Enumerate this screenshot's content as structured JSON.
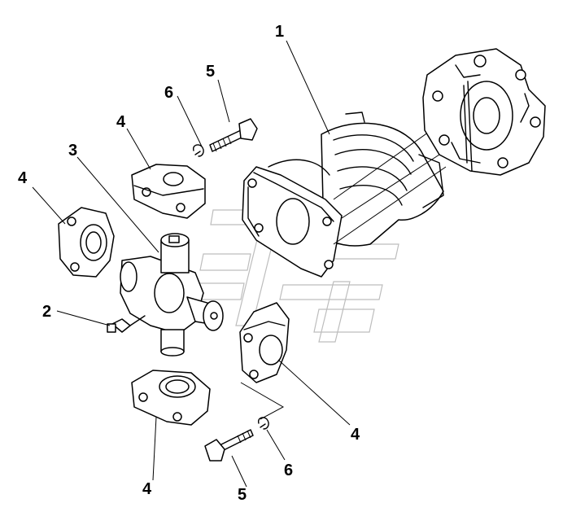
{
  "diagram": {
    "background": "#ffffff",
    "line_color": "#000000",
    "watermark_color": "#bdbdbd",
    "callouts": {
      "c1": "1",
      "c2": "2",
      "c3": "3",
      "c4a": "4",
      "c4b": "4",
      "c4c": "4",
      "c4d": "4",
      "c5a": "5",
      "c5b": "5",
      "c6a": "6",
      "c6b": "6"
    }
  }
}
